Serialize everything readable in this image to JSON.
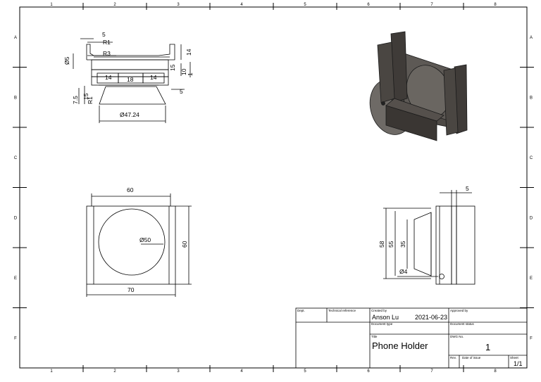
{
  "border": {
    "columns": [
      "1",
      "2",
      "3",
      "4",
      "5",
      "6",
      "7",
      "8"
    ],
    "rows": [
      "A",
      "B",
      "C",
      "D",
      "E",
      "F"
    ]
  },
  "side_view": {
    "dims": [
      "5",
      "R1",
      "R3",
      "Ø5",
      "14",
      "15",
      "14",
      "18",
      "14",
      "10",
      "1",
      "5",
      "7.5",
      "15",
      "R1",
      "Ø47.24"
    ]
  },
  "front_view": {
    "dims": [
      "60",
      "Ø50",
      "60",
      "70"
    ]
  },
  "right_view": {
    "dims": [
      "5",
      "58",
      "55",
      "35",
      "Ø4"
    ]
  },
  "title_block": {
    "dept_label": "Dept.",
    "tech_ref_label": "Technical reference",
    "created_by_label": "Created by",
    "created_by": "Anson Lu",
    "date": "2021-06-23",
    "approved_by_label": "Approved by",
    "doc_type_label": "Document type",
    "doc_status_label": "Document status",
    "title_label": "Title",
    "title": "Phone Holder",
    "dwg_label": "DWG No.",
    "dwg_no": "1",
    "rev_label": "Rev.",
    "date_issue_label": "Date of issue",
    "sheet_label": "Sheet",
    "sheet": "1/1"
  }
}
